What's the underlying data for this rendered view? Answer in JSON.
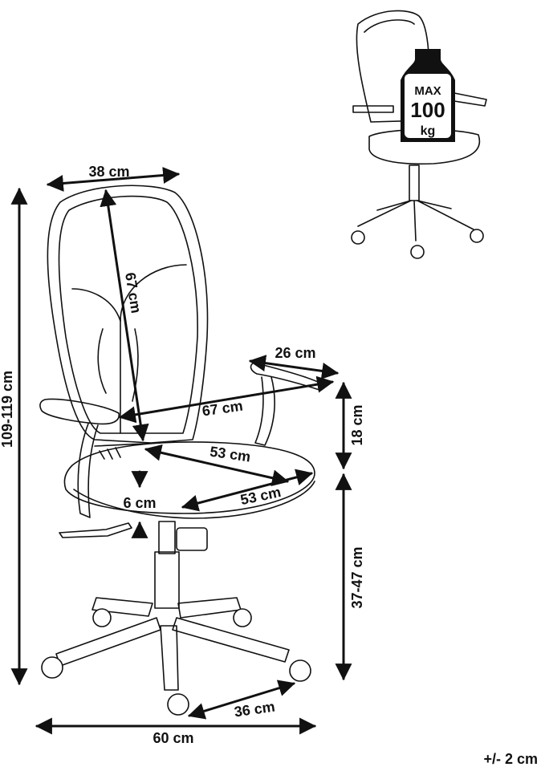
{
  "dimensions": {
    "back_width": "38 cm",
    "back_height": "67 cm",
    "diagonal": "67 cm",
    "armrest_length": "26 cm",
    "armrest_height": "18 cm",
    "seat_depth": "53 cm",
    "seat_width": "53 cm",
    "seat_thickness": "6 cm",
    "total_height": "109-119 cm",
    "seat_height": "37-47 cm",
    "base_width": "60 cm",
    "caster_span": "36 cm"
  },
  "max_load": {
    "line1": "MAX",
    "line2": "100",
    "line3": "kg"
  },
  "tolerance": "+/- 2 cm",
  "colors": {
    "ink": "#111111",
    "background": "#ffffff"
  }
}
